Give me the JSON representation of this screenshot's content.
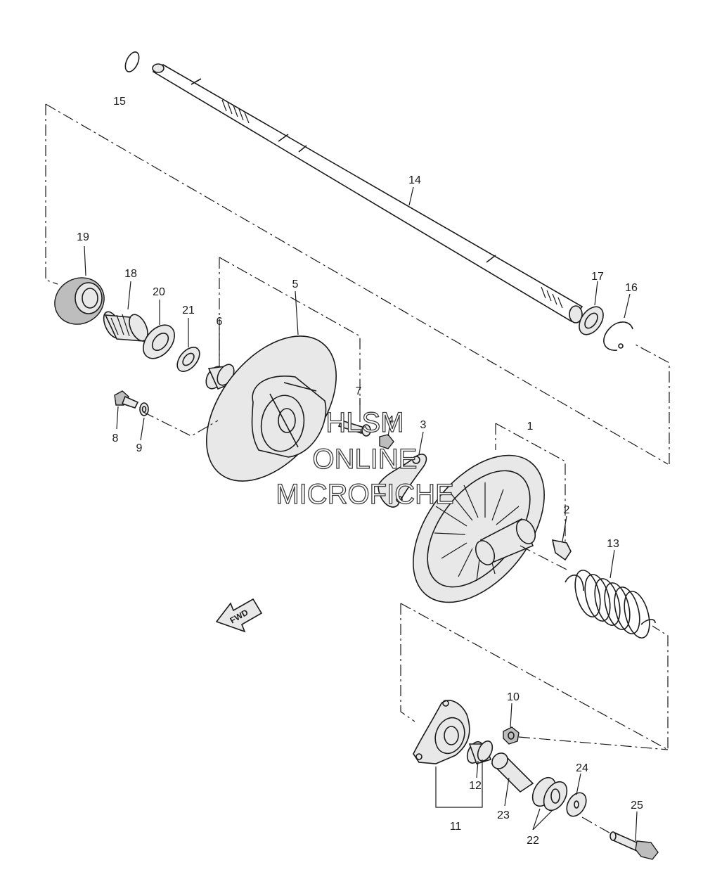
{
  "callouts": {
    "p1": "1",
    "p2": "2",
    "p3": "3",
    "p4": "4",
    "p5": "5",
    "p6": "6",
    "p7": "7",
    "p8": "8",
    "p9": "9",
    "p10": "10",
    "p11": "11",
    "p12": "12",
    "p13": "13",
    "p14": "14",
    "p15": "15",
    "p16": "16",
    "p17": "17",
    "p18": "18",
    "p19": "19",
    "p20": "20",
    "p21": "21",
    "p22": "22",
    "p23": "23",
    "p24": "24",
    "p25": "25"
  },
  "fwd_label": "FWD",
  "watermark": {
    "line1": "HLSM",
    "line2": "ONLINE",
    "line3": "MICROFICHE"
  }
}
